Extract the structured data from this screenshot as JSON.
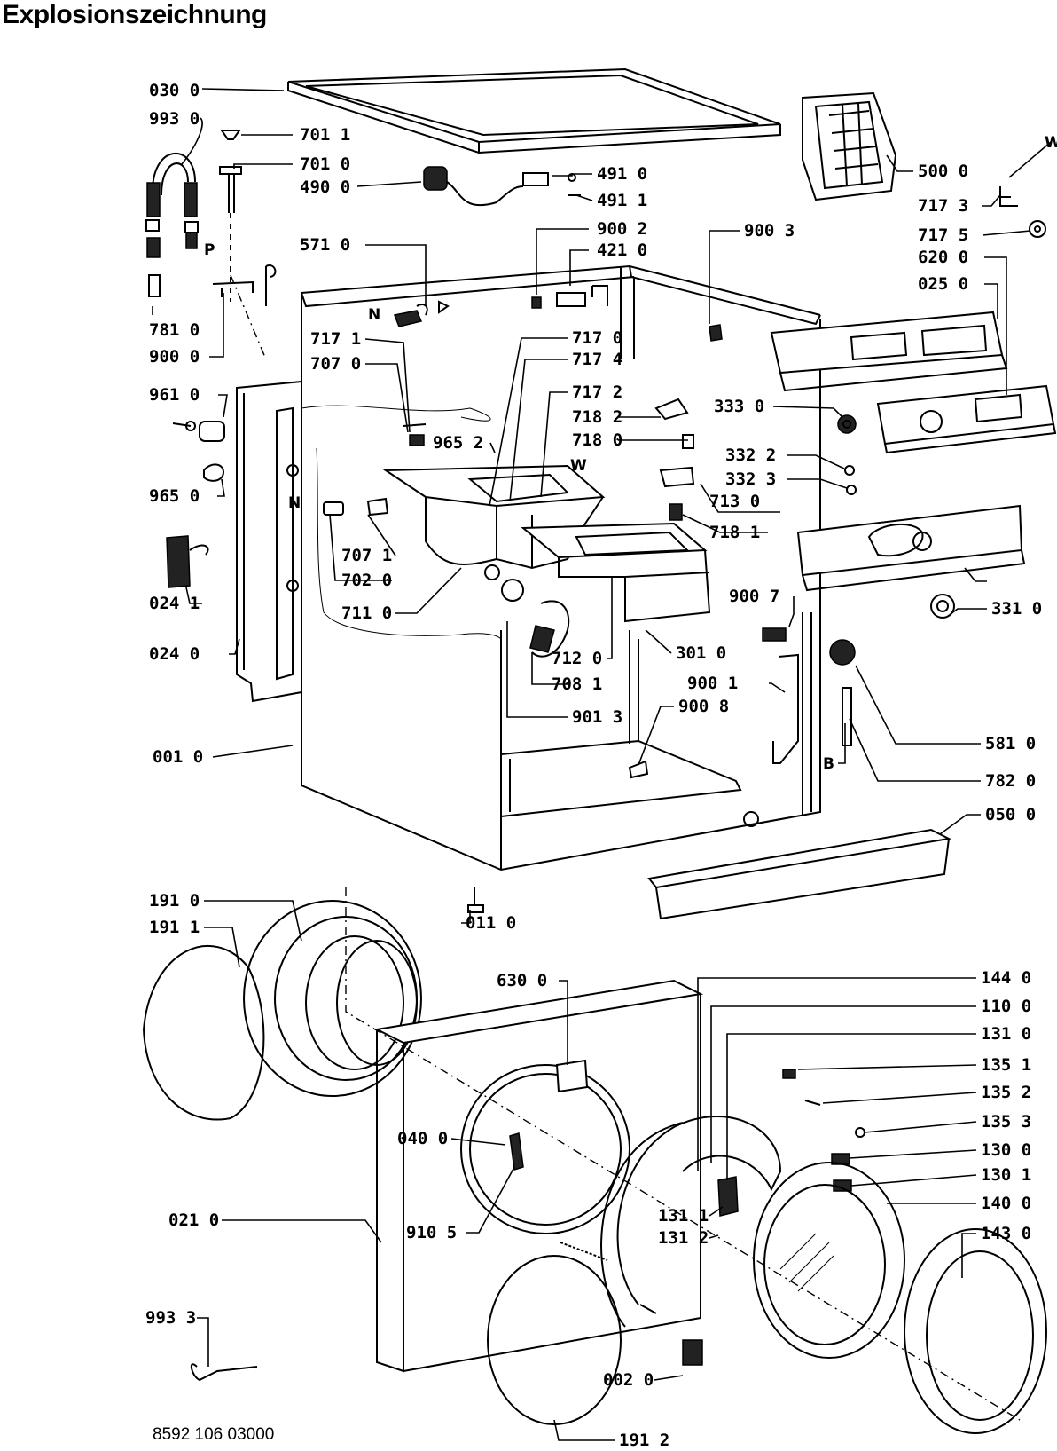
{
  "title": "Explosionszeichnung",
  "document_number": "8592 106 03000",
  "part_labels": [
    {
      "id": "030 0"
    },
    {
      "id": "993 0"
    },
    {
      "id": "701 1"
    },
    {
      "id": "701 0"
    },
    {
      "id": "490 0"
    },
    {
      "id": "491 0"
    },
    {
      "id": "491 1"
    },
    {
      "id": "900 2"
    },
    {
      "id": "421 0"
    },
    {
      "id": "571 0"
    },
    {
      "id": "781 0"
    },
    {
      "id": "900 0"
    },
    {
      "id": "717 1"
    },
    {
      "id": "707 0"
    },
    {
      "id": "717 0"
    },
    {
      "id": "717 4"
    },
    {
      "id": "717 2"
    },
    {
      "id": "961 0"
    },
    {
      "id": "965 2"
    },
    {
      "id": "718 2"
    },
    {
      "id": "718 0"
    },
    {
      "id": "965 0"
    },
    {
      "id": "713 0"
    },
    {
      "id": "718 1"
    },
    {
      "id": "707 1"
    },
    {
      "id": "024 1"
    },
    {
      "id": "702 0"
    },
    {
      "id": "711 0"
    },
    {
      "id": "900 7"
    },
    {
      "id": "024 0"
    },
    {
      "id": "712 0"
    },
    {
      "id": "708 1"
    },
    {
      "id": "301 0"
    },
    {
      "id": "900 1"
    },
    {
      "id": "901 3"
    },
    {
      "id": "900 8"
    },
    {
      "id": "001 0"
    },
    {
      "id": "500 0"
    },
    {
      "id": "717 3"
    },
    {
      "id": "717 5"
    },
    {
      "id": "900 3"
    },
    {
      "id": "620 0"
    },
    {
      "id": "025 0"
    },
    {
      "id": "333 0"
    },
    {
      "id": "332 2"
    },
    {
      "id": "332 3"
    },
    {
      "id": "331 0"
    },
    {
      "id": "581 0"
    },
    {
      "id": "782 0"
    },
    {
      "id": "050 0"
    },
    {
      "id": "011 0"
    },
    {
      "id": "191 0"
    },
    {
      "id": "191 1"
    },
    {
      "id": "630 0"
    },
    {
      "id": "040 0"
    },
    {
      "id": "021 0"
    },
    {
      "id": "910 5"
    },
    {
      "id": "993 3"
    },
    {
      "id": "002 0"
    },
    {
      "id": "191 2"
    },
    {
      "id": "144 0"
    },
    {
      "id": "110 0"
    },
    {
      "id": "131 0"
    },
    {
      "id": "135 1"
    },
    {
      "id": "135 2"
    },
    {
      "id": "135 3"
    },
    {
      "id": "130 0"
    },
    {
      "id": "130 1"
    },
    {
      "id": "140 0"
    },
    {
      "id": "143 0"
    },
    {
      "id": "131 1"
    },
    {
      "id": "131 2"
    }
  ],
  "markers": {
    "n": "N",
    "p": "P",
    "w": "W",
    "b": "B"
  }
}
